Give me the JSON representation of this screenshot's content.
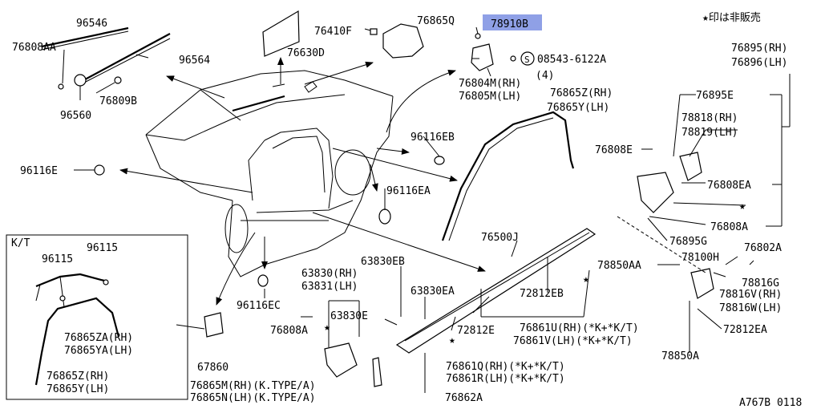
{
  "diagram_id": "A767B 0118",
  "not_for_sale_note": "★印は非販売",
  "highlight_color": "#8fa0e6",
  "kt_box_title": "K/T",
  "labels": {
    "p96546": "96546",
    "p76808AA": "76808AA",
    "p96564": "96564",
    "p76809B": "76809B",
    "p96560": "96560",
    "p76630D": "76630D",
    "p76410F": "76410F",
    "p76865Q": "76865Q",
    "p78910B": "78910B",
    "p08543": "08543-6122A",
    "p08543_qty": "(4)",
    "p76804M": "76804M(RH)",
    "p76805M": "76805M(LH)",
    "p76865Z_top": "76865Z(RH)",
    "p76865Y_top": "76865Y(LH)",
    "p96116EB": "96116EB",
    "p96116E": "96116E",
    "p96116EA": "96116EA",
    "p76808E": "76808E",
    "p76895RH": "76895(RH)",
    "p76896LH": "76896(LH)",
    "p76895E": "76895E",
    "p78818": "78818(RH)",
    "p78819": "78819(LH)",
    "p76808EA": "76808EA",
    "p76808A_r": "76808A",
    "p76895G": "76895G",
    "p76802A": "76802A",
    "p78100H": "78100H",
    "p78850AA": "78850AA",
    "p78816G": "78816G",
    "p78816V": "78816V(RH)",
    "p78816W": "78816W(LH)",
    "p72812EA": "72812EA",
    "p78850A": "78850A",
    "p76500J": "76500J",
    "p63830EB": "63830EB",
    "p72812EB": "72812EB",
    "p63830EA": "63830EA",
    "p63830RH": "63830(RH)",
    "p63831LH": "63831(LH)",
    "p63830E": "63830E",
    "p76808A_l": "76808A",
    "p72812E": "72812E",
    "p76861U": "76861U(RH)(*K+*K/T)",
    "p76861V": "76861V(LH)(*K+*K/T)",
    "p76861Q": "76861Q(RH)(*K+*K/T)",
    "p76861R": "76861R(LH)(*K+*K/T)",
    "p76862A": "76862A",
    "p96116EC": "96116EC",
    "p67860": "67860",
    "p76865M": "76865M(RH)(K.TYPE/A)",
    "p76865N": "76865N(LH)(K.TYPE/A)",
    "kt_96115a": "96115",
    "kt_96115b": "96115",
    "kt_76865ZA": "76865ZA(RH)",
    "kt_76865YA": "76865YA(LH)",
    "kt_76865Z": "76865Z(RH)",
    "kt_76865Y": "76865Y(LH)"
  }
}
